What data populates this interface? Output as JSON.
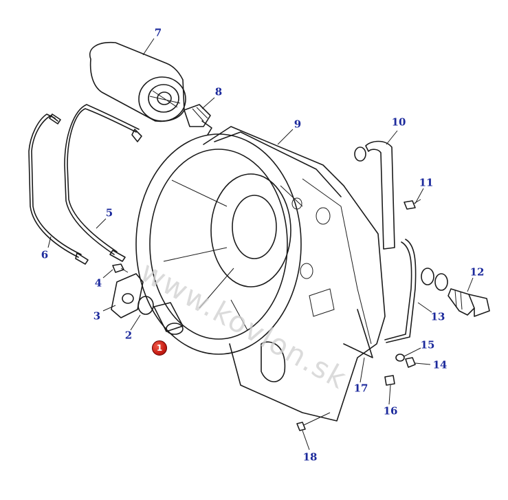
{
  "watermark": "www.kovlon.sk",
  "highlight": {
    "label": "1",
    "color": "#c81e14"
  },
  "callout_color": "#1c2a9c",
  "callouts": [
    "2",
    "3",
    "4",
    "5",
    "6",
    "7",
    "8",
    "9",
    "10",
    "11",
    "12",
    "13",
    "14",
    "15",
    "16",
    "17",
    "18"
  ]
}
